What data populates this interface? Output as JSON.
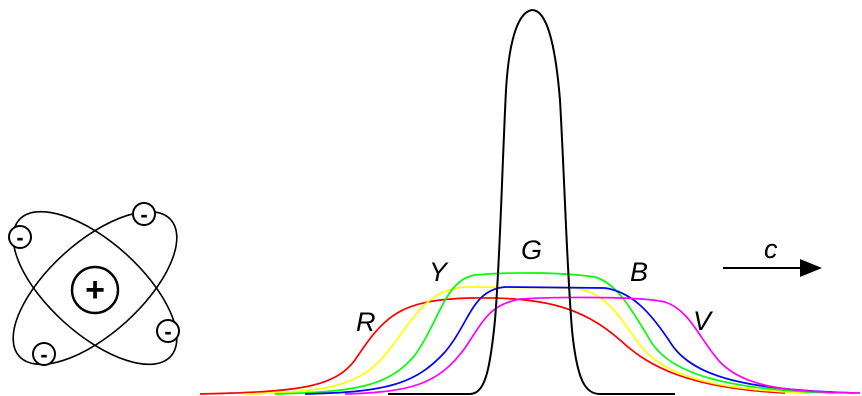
{
  "atom": {
    "nucleus_sign": "+",
    "electron_sign": "-",
    "electron_count": 4
  },
  "labels": {
    "red": "R",
    "yellow": "Y",
    "green": "G",
    "blue": "B",
    "violet": "V",
    "speed": "c"
  },
  "colors": {
    "red": "#ff0000",
    "yellow": "#ffff00",
    "green": "#00ff00",
    "blue": "#0000ff",
    "violet": "#ff00ff",
    "black": "#000000"
  }
}
